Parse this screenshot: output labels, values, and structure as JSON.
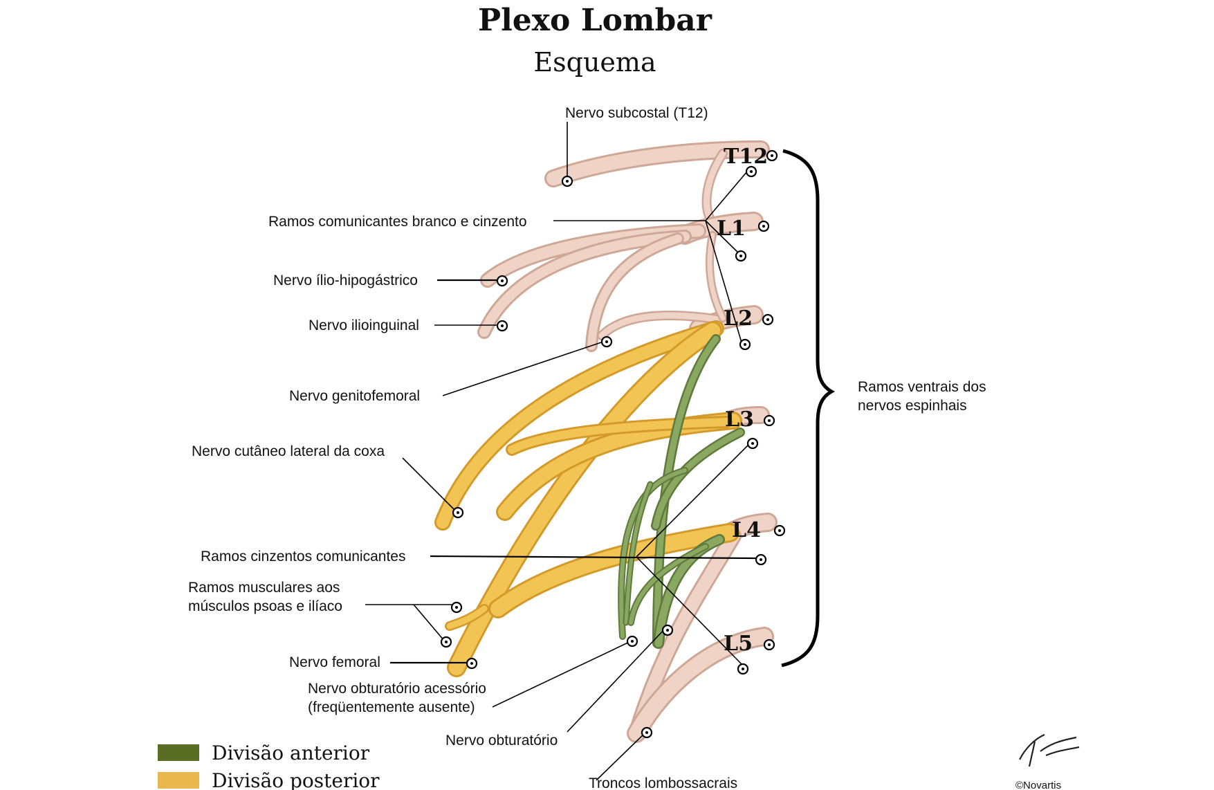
{
  "title": "Plexo Lombar",
  "subtitle": "Esquema",
  "segments": {
    "t12": "T12",
    "l1": "L1",
    "l2": "L2",
    "l3": "L3",
    "l4": "L4",
    "l5": "L5"
  },
  "labels": {
    "subcostal": "Nervo subcostal (T12)",
    "rami_communicantes": "Ramos comunicantes branco e cinzento",
    "iliohypogastric": "Nervo ílio-hipogástrico",
    "ilioinguinal": "Nervo ilioinguinal",
    "genitofemoral": "Nervo genitofemoral",
    "lateral_cutaneous": "Nervo cutâneo lateral da coxa",
    "gray_rami": "Ramos cinzentos comunicantes",
    "muscular_line1": "Ramos musculares aos",
    "muscular_line2": "músculos psoas e ilíaco",
    "femoral": "Nervo femoral",
    "accessory_obturator_line1": "Nervo obturatório acessório",
    "accessory_obturator_line2": "(freqüentemente ausente)",
    "obturator": "Nervo obturatório",
    "lumbosacral": "Troncos lombossacrais",
    "ventral_rami_line1": "Ramos ventrais dos",
    "ventral_rami_line2": "nervos espinhais"
  },
  "legend": {
    "anterior": {
      "label": "Divisão anterior",
      "color": "#5a6e23"
    },
    "posterior": {
      "label": "Divisão posterior",
      "color": "#e8b84e"
    }
  },
  "signature": "©Novartis",
  "colors": {
    "nerve_pink": "#efd3c6",
    "nerve_pink_edge": "#cfa796",
    "nerve_yellow": "#f2c454",
    "nerve_yellow_edge": "#d39a2a",
    "nerve_green": "#8aa862",
    "nerve_green_edge": "#5d7a3a"
  }
}
